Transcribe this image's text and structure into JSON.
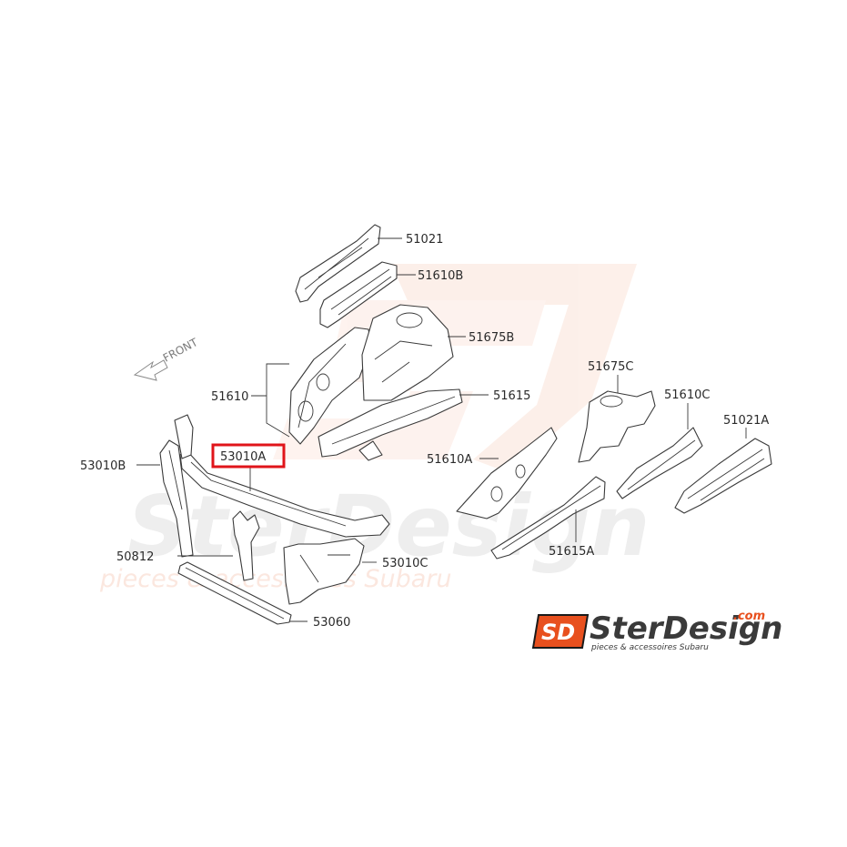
{
  "diagram": {
    "front_label": "FRONT",
    "highlighted_part": "53010A",
    "highlight_color": "#e0141a",
    "parts": [
      {
        "id": "51021",
        "label": "51021"
      },
      {
        "id": "51610B",
        "label": "51610B"
      },
      {
        "id": "51675B",
        "label": "51675B"
      },
      {
        "id": "51610",
        "label": "51610"
      },
      {
        "id": "51615",
        "label": "51615"
      },
      {
        "id": "53010A",
        "label": "53010A"
      },
      {
        "id": "53010B",
        "label": "53010B"
      },
      {
        "id": "50812",
        "label": "50812"
      },
      {
        "id": "53010C",
        "label": "53010C"
      },
      {
        "id": "53060",
        "label": "53060"
      },
      {
        "id": "51675C",
        "label": "51675C"
      },
      {
        "id": "51610C",
        "label": "51610C"
      },
      {
        "id": "51021A",
        "label": "51021A"
      },
      {
        "id": "51610A",
        "label": "51610A"
      },
      {
        "id": "51615A",
        "label": "51615A"
      }
    ]
  },
  "watermark": {
    "brand": "SterDesign",
    "tagline": "pieces & accessoires Subaru"
  },
  "logo": {
    "mark": "SD",
    "brand": "SterDesign",
    "domain": ".com",
    "tagline": "pieces & accessoires Subaru",
    "accent_color": "#e8501e"
  }
}
